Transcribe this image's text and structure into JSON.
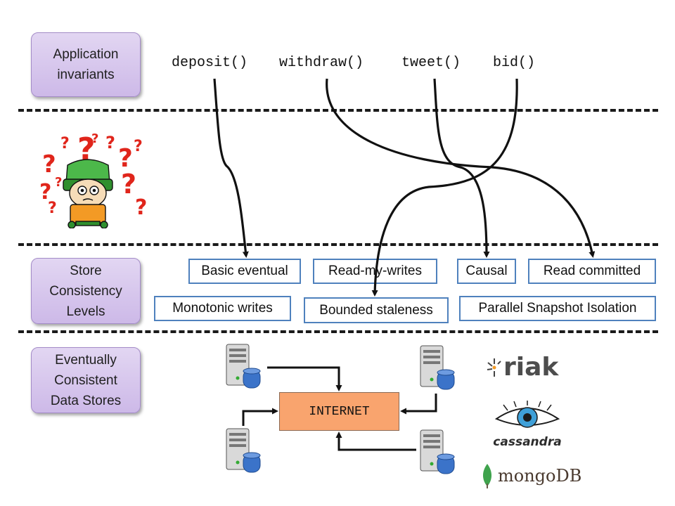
{
  "layers": {
    "app_invariants": [
      "Application",
      "invariants"
    ],
    "store_levels": [
      "Store",
      "Consistency",
      "Levels"
    ],
    "data_stores": [
      "Eventually",
      "Consistent",
      "Data Stores"
    ]
  },
  "functions": [
    "deposit()",
    "withdraw()",
    "tweet()",
    "bid()"
  ],
  "levels": {
    "basic_eventual": "Basic eventual",
    "read_my_writes": "Read-my-writes",
    "causal": "Causal",
    "read_committed": "Read committed",
    "monotonic_writes": "Monotonic writes",
    "bounded_staleness": "Bounded staleness",
    "psi": "Parallel Snapshot Isolation"
  },
  "mappings": [
    {
      "from": "deposit()",
      "to": "Basic eventual"
    },
    {
      "from": "withdraw()",
      "to": "Read committed"
    },
    {
      "from": "tweet()",
      "to": "Causal"
    },
    {
      "from": "bid()",
      "to": "Bounded staleness"
    }
  ],
  "internet_label": "INTERNET",
  "logos": {
    "riak": "riak",
    "cassandra": "cassandra",
    "mongodb": "mongoDB"
  },
  "colors": {
    "layer_fill": "#d9c9ee",
    "level_border": "#4f81bd",
    "internet_fill": "#f9a46e",
    "question_red": "#e0251b"
  }
}
